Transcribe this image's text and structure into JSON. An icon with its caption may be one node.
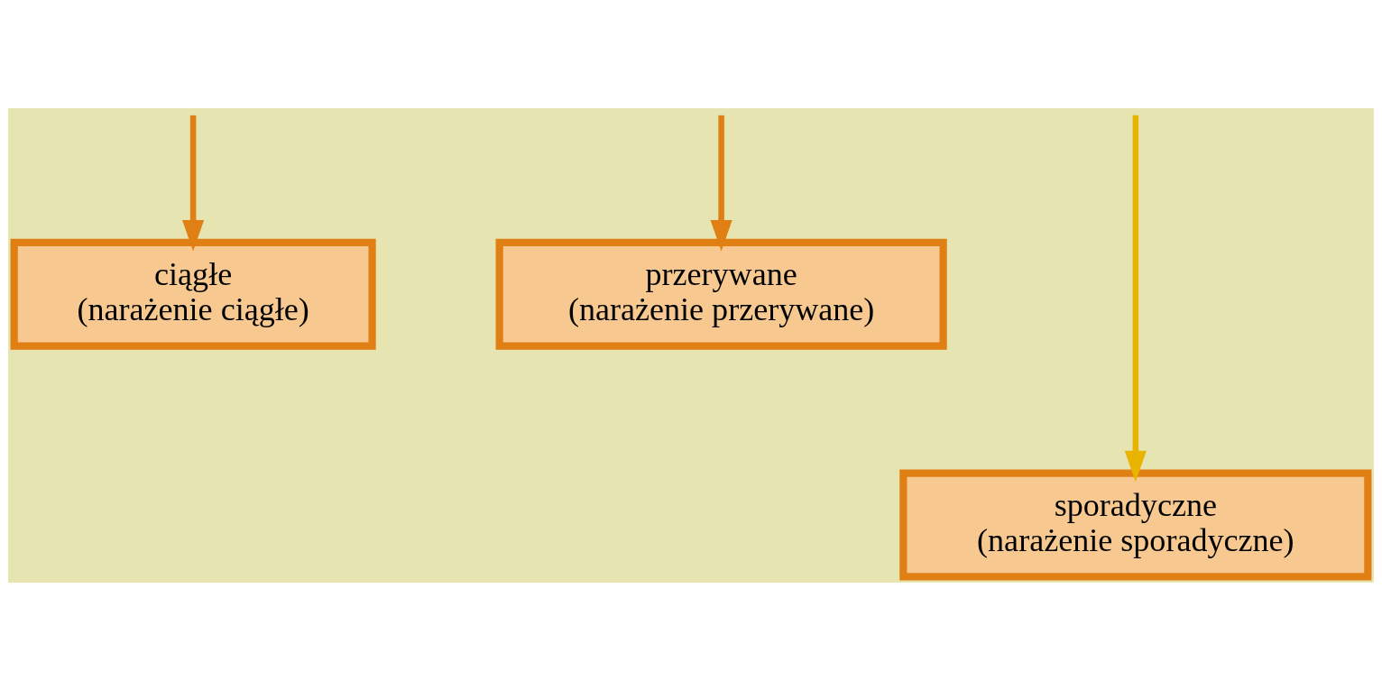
{
  "diagram": {
    "nodes": [
      {
        "text": [
          "ciągłe",
          "(narażenie ciągłe)"
        ]
      },
      {
        "text": [
          "przerywane",
          "(narażenie przerywane)"
        ]
      },
      {
        "text": [
          "sporadyczne",
          "(narażenie sporadyczne)"
        ]
      }
    ],
    "edges": [
      {
        "from": null,
        "to": 0,
        "arrow": "to",
        "color": "#e07f14"
      },
      {
        "from": null,
        "to": 2,
        "arrow": "to",
        "color": "#e8b400"
      },
      {
        "from": null,
        "to": 1,
        "arrow": "to",
        "color": "#e07f14"
      }
    ]
  }
}
